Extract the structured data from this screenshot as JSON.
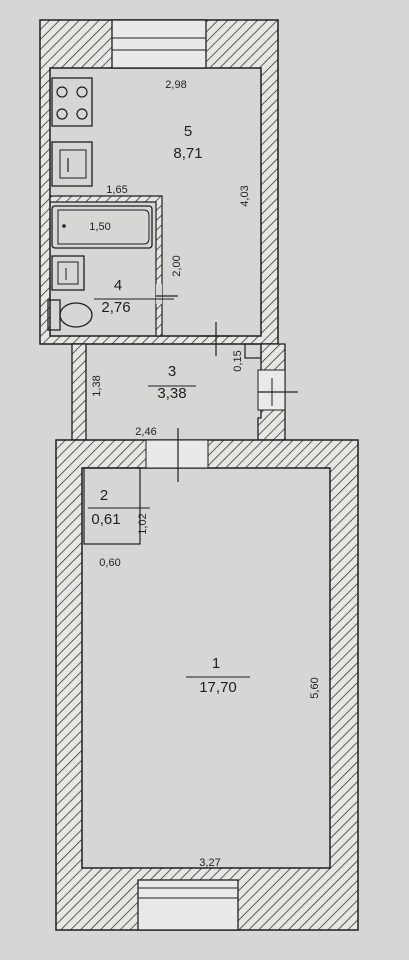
{
  "rooms": [
    {
      "number": "1",
      "area": "17,70"
    },
    {
      "number": "2",
      "area": "0,61"
    },
    {
      "number": "3",
      "area": "3,38"
    },
    {
      "number": "4",
      "area": "2,76"
    },
    {
      "number": "5",
      "area": "8,71"
    }
  ],
  "dimensions": {
    "kitchen_width": "2,98",
    "kitchen_length": "4,03",
    "bath_partition": "1,65",
    "bathtub": "1,50",
    "bath_height": "2,00",
    "hall_height": "1,38",
    "hall_width": "2,46",
    "hall_step": "0,15",
    "closet_height": "1,02",
    "closet_width": "0,60",
    "room_length": "5,60",
    "room_width": "3,27"
  },
  "colors": {
    "background": "#d6d6d4",
    "wall_hatch": "#3a3a3a",
    "line": "#1f1f1f"
  }
}
